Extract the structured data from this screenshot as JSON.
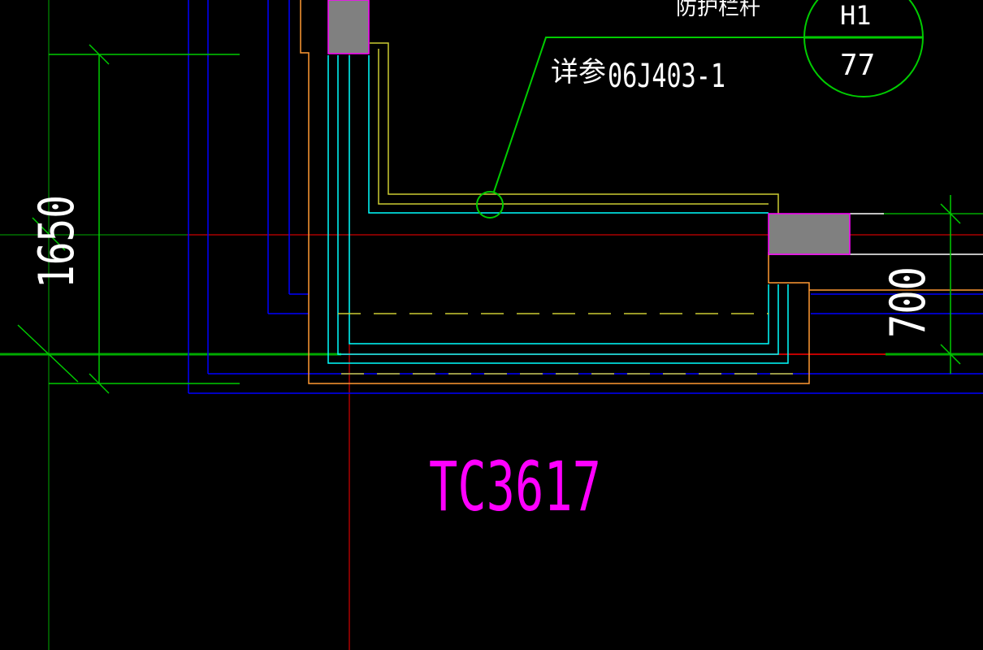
{
  "drawing": {
    "background": "#000000",
    "labels": {
      "guardrail_note": "防护栏杆",
      "detail_ref_prefix": "详参",
      "detail_ref_code": "06J403-1",
      "index_top": "H1",
      "index_bottom": "77",
      "dim_vertical_left": "1650",
      "dim_vertical_right": "700",
      "window_code": "TC3617"
    },
    "colors": {
      "axis_red": "#ff0000",
      "axis_green": "#00cc00",
      "wall_blue": "#0000ff",
      "wall_cyan": "#00ffff",
      "sill_yellow": "#cccc33",
      "outline_orange": "#ff9933",
      "column_fill": "#808080",
      "column_edge": "#ff00ff",
      "leader_green": "#00cc00",
      "text_white": "#ffffff",
      "window_magenta": "#ff00ff"
    }
  }
}
